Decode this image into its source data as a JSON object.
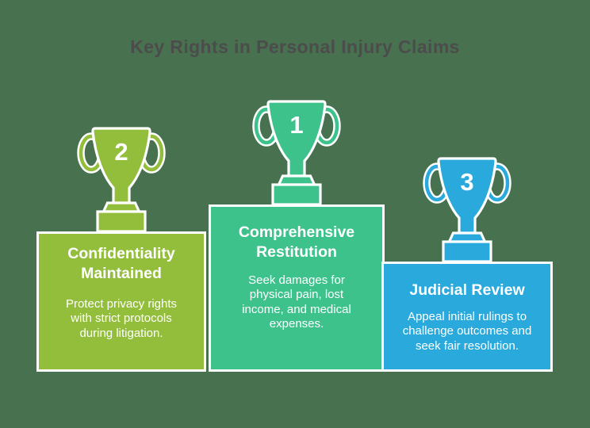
{
  "title": "Key Rights in Personal Injury Claims",
  "colors": {
    "background": "#47714F",
    "lime": "#93BE3C",
    "emerald": "#3EC28C",
    "blue": "#2AA9DC",
    "title_text": "#4C4C4C",
    "block_text": "#FFFFFF",
    "border": "#FFFFFF"
  },
  "podium": [
    {
      "rank": "2",
      "heading": "Confidentiality Maintained",
      "body": "Protect privacy rights with strict protocols during litigation.",
      "color": "#93BE3C",
      "position": "left"
    },
    {
      "rank": "1",
      "heading": "Comprehensive Restitution",
      "body": "Seek damages for physical pain, lost income, and medical expenses.",
      "color": "#3EC28C",
      "position": "center"
    },
    {
      "rank": "3",
      "heading": "Judicial Review",
      "body": "Appeal initial rulings to challenge outcomes and seek fair resolution.",
      "color": "#2AA9DC",
      "position": "right"
    }
  ]
}
